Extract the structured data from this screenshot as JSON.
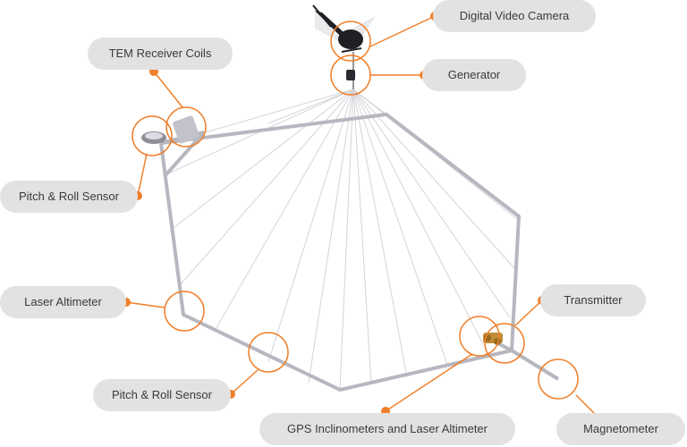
{
  "labels": {
    "digital_video_camera": "Digital Video Camera",
    "generator": "Generator",
    "tem_receiver_coils": "TEM Receiver Coils",
    "pitch_roll_sensor_left": "Pitch & Roll Sensor",
    "laser_altimeter": "Laser Altimeter",
    "pitch_roll_sensor_bottom": "Pitch & Roll Sensor",
    "transmitter": "Transmitter",
    "gps_inclinometers": "GPS Inclinometers and Laser Altimeter",
    "magnetometer": "Magnetometer"
  },
  "colors": {
    "accent": "#f07f2a",
    "frame": "#b9b9c2",
    "cable": "#cfcfd6",
    "label_bg": "#e2e2e3",
    "label_text": "#3a3a3a",
    "helicopter": "#1f1f24"
  },
  "icons": [
    "helicopter-icon",
    "generator-icon",
    "receiver-coil-icon",
    "transmitter-icon"
  ]
}
